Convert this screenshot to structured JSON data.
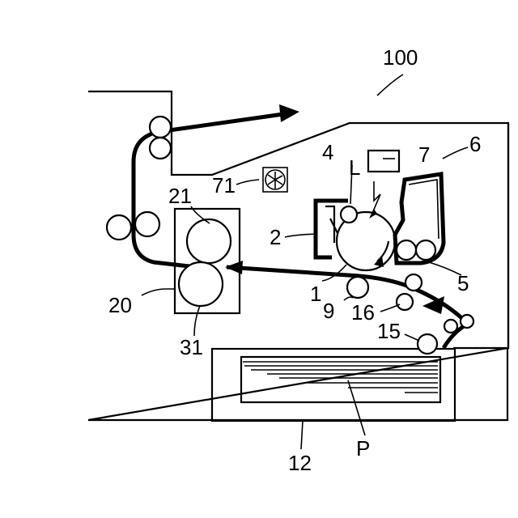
{
  "figure": {
    "labels": {
      "apparatus": "100",
      "photoconductor": "1",
      "charger": "2",
      "cleaner_roller": "4",
      "developing_roller": "5",
      "developing_unit": "6",
      "exposure_unit": "7",
      "light": "L",
      "fan": "71",
      "fixing_unit": "20",
      "heat_roller": "21",
      "pressure_roller": "31",
      "transfer_roller": "9",
      "registration_roller": "16",
      "pickup_roller": "15",
      "cassette": "12",
      "paper": "P"
    }
  }
}
